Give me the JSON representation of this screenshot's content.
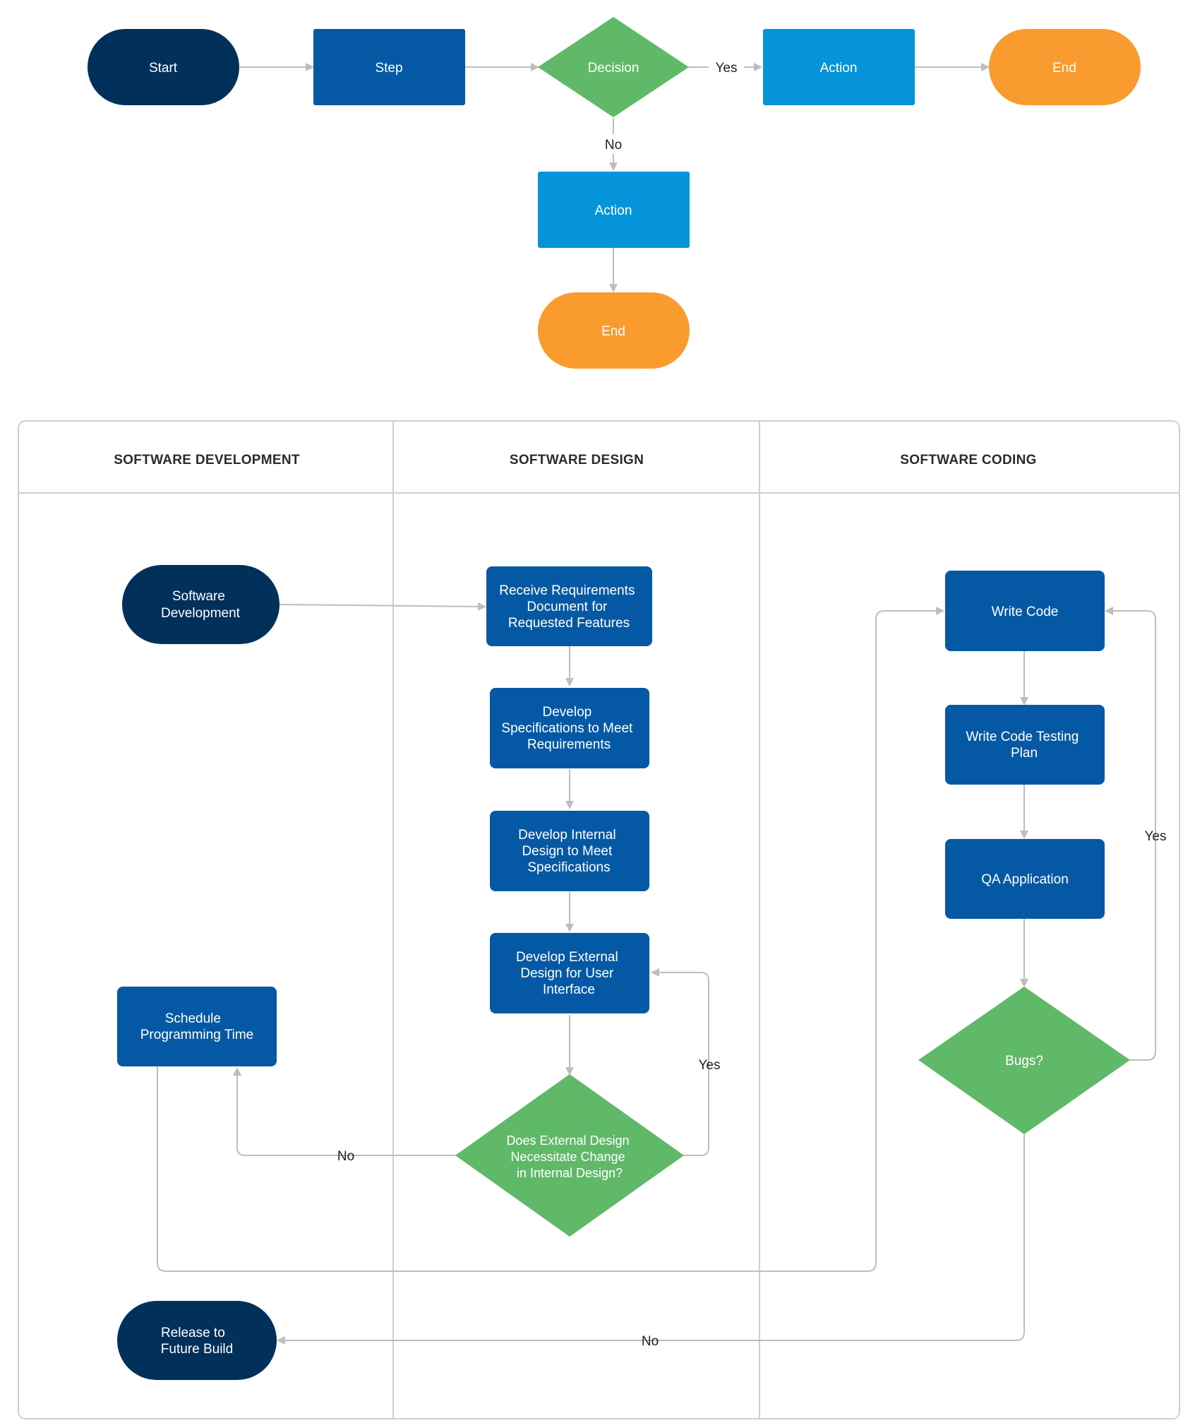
{
  "colors": {
    "terminal_dark": "#01305B",
    "step_blue": "#0559A4",
    "action_cyan": "#0594DA",
    "decision_green": "#60B968",
    "end_orange": "#F99B2E",
    "edge_gray": "#BDBDBD",
    "lane_border": "#CFCFCF"
  },
  "legend": {
    "start": "Start",
    "step": "Step",
    "decision": "Decision",
    "action_right": "Action",
    "end_right": "End",
    "action_down": "Action",
    "end_down": "End",
    "yes": "Yes",
    "no": "No"
  },
  "lanes": [
    "SOFTWARE DEVELOPMENT",
    "SOFTWARE DESIGN",
    "SOFTWARE CODING"
  ],
  "flow": {
    "software_development": [
      "Software",
      "Development"
    ],
    "receive_requirements": [
      "Receive Requirements",
      "Document for",
      "Requested Features"
    ],
    "develop_specifications": [
      "Develop",
      "Specifications to Meet",
      "Requirements"
    ],
    "develop_internal": [
      "Develop Internal",
      "Design to Meet",
      "Specifications"
    ],
    "develop_external": [
      "Develop External",
      "Design for User",
      "Interface"
    ],
    "external_decision": [
      "Does External Design",
      "Necessitate Change",
      "in Internal Design?"
    ],
    "schedule_programming": [
      "Schedule",
      "Programming Time"
    ],
    "write_code": "Write Code",
    "write_test_plan": [
      "Write  Code Testing",
      "Plan"
    ],
    "qa_application": "QA Application",
    "bugs": "Bugs?",
    "release_future": [
      "Release to",
      "Future Build"
    ],
    "label_yes_design": "Yes",
    "label_no_design": "No",
    "label_yes_bugs": "Yes",
    "label_no_bugs": "No"
  }
}
